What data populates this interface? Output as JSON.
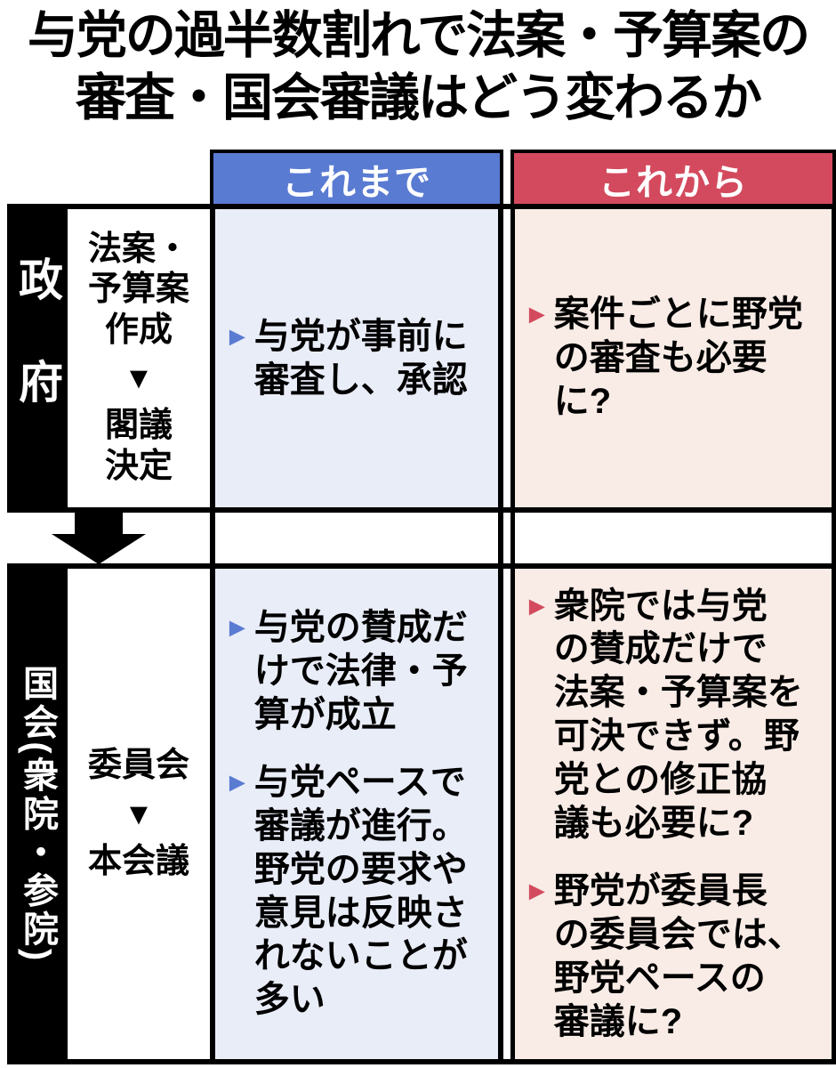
{
  "title": "与党の過半数割れで法案・予算案の\n審査・国会審議はどう変わるか",
  "bullet_marker": "►",
  "columns": {
    "before": {
      "label": "これまで",
      "header_color": "#5a7bd2",
      "cell_bg": "#e9edf8"
    },
    "after": {
      "label": "これから",
      "header_color": "#d34a5e",
      "cell_bg": "#f9ece6"
    }
  },
  "sections": [
    {
      "row_label": "政府",
      "process": {
        "top": "法案・\n予算案\n作成",
        "arrow": "▼",
        "bottom": "閣議\n決定"
      },
      "before_items": [
        "与党が事前に\n審査し、承認"
      ],
      "after_items": [
        "案件ごとに野党\nの審査も必要\nに?"
      ]
    },
    {
      "row_label": "国会(衆院・参院)",
      "process": {
        "top": "委員会",
        "arrow": "▼",
        "bottom": "本会議"
      },
      "before_items": [
        "与党の賛成だ\nけで法律・予\n算が成立",
        "与党ペースで\n審議が進行。\n野党の要求や\n意見は反映さ\nれないことが\n多い"
      ],
      "after_items": [
        "衆院では与党\nの賛成だけで\n法案・予算案を\n可決できず。野\n党との修正協\n議も必要に?",
        "野党が委員長\nの委員会では、\n野党ペースの\n審議に?"
      ]
    }
  ]
}
